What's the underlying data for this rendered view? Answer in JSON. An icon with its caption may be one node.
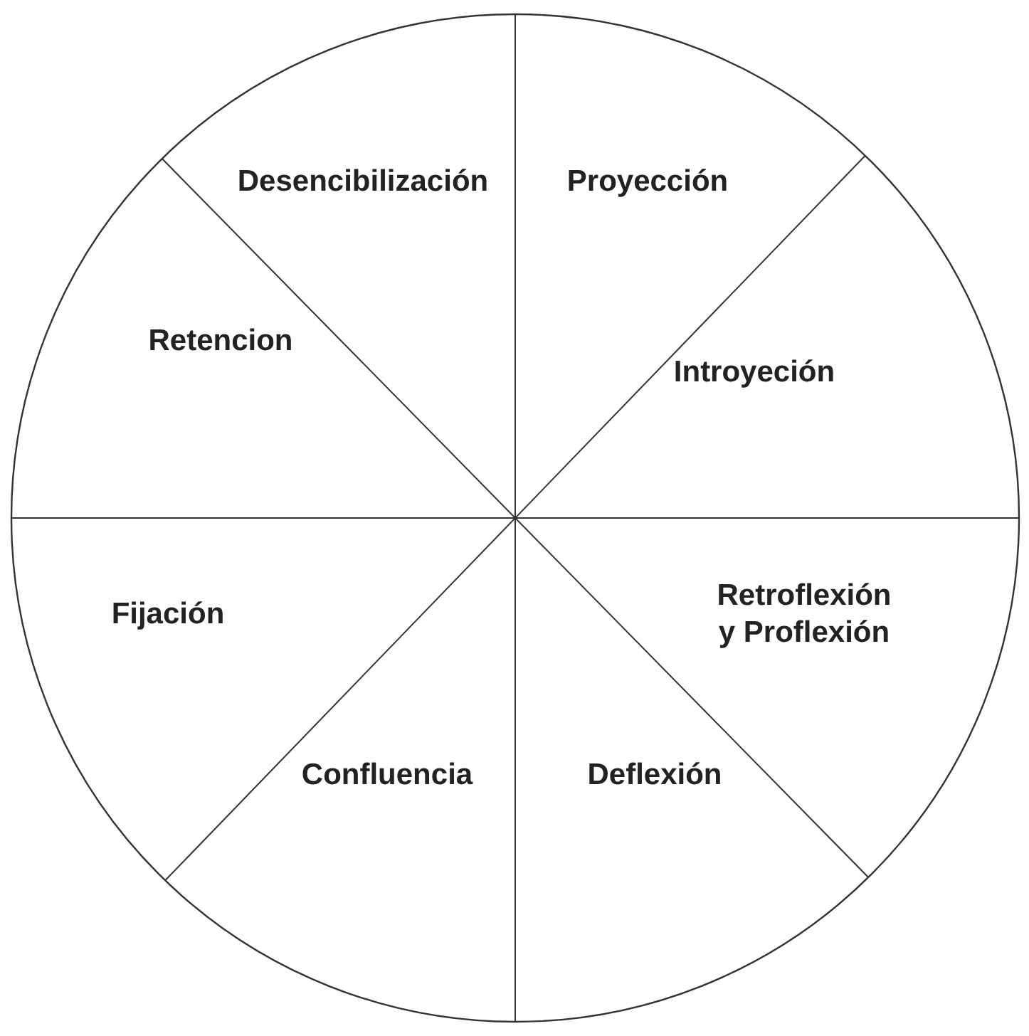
{
  "diagram": {
    "nodes": [
      {
        "text": [],
        "shape": "circle"
      },
      {
        "text": [
          "Desencibilización"
        ],
        "in": 0
      },
      {
        "text": [
          "Proyección"
        ],
        "in": 0
      },
      {
        "text": [
          "Retencion"
        ],
        "in": 0
      },
      {
        "text": [
          "Introyeción"
        ],
        "in": 0
      },
      {
        "text": [
          "Retroflexión y Proflexión"
        ],
        "in": 0
      },
      {
        "text": [
          "Fijación"
        ],
        "in": 0
      },
      {
        "text": [
          "Confluencia"
        ],
        "in": 0
      },
      {
        "text": [
          "Deflexión"
        ],
        "in": 0
      }
    ]
  }
}
